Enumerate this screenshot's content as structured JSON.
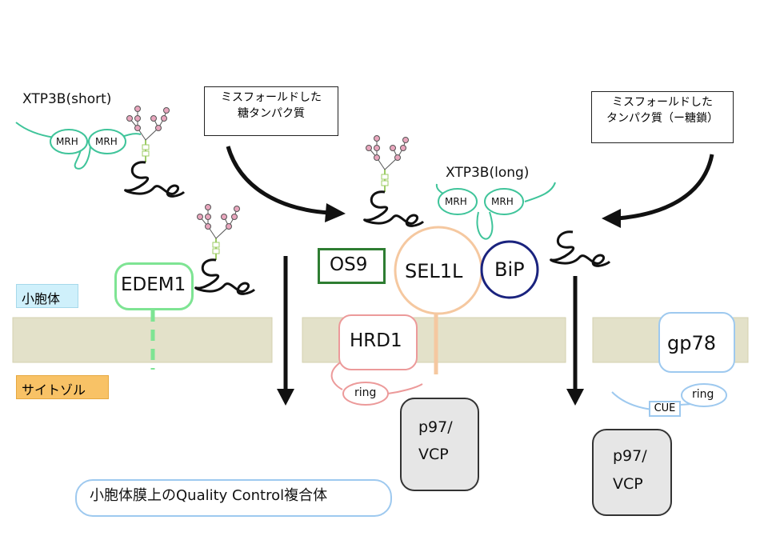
{
  "colors": {
    "membrane": "#e3e1c9",
    "membrane_stroke": "#d4d1b0",
    "edem": "#7ee493",
    "xtp": "#3fc49a",
    "sel1l": "#f5c8a0",
    "bip": "#1a237e",
    "os9": "#2e7d32",
    "hrd1": "#ec9a9a",
    "gp78": "#9ec9ef",
    "p97_fill": "#e6e6e6",
    "lumen_tag": "#cff0fb",
    "cytosol_tag": "#f8c266",
    "qc_border": "#9ec9ef",
    "glycan": "#e8a6bd",
    "glycan_stem": "#9ccc65"
  },
  "labels": {
    "xtp3b_short": "XTP3B(short)",
    "xtp3b_long": "XTP3B(long)",
    "mrh": "MRH",
    "callout_left_1": "ミスフォールドした",
    "callout_left_2": "糖タンパク質",
    "callout_right_1": "ミスフォールドした",
    "callout_right_2": "タンパク質（ー糖鎖）",
    "lumen": "小胞体",
    "cytosol": "サイトゾル",
    "edem1": "EDEM1",
    "os9": "OS9",
    "sel1l": "SEL1L",
    "bip": "BiP",
    "hrd1": "HRD1",
    "ring": "ring",
    "gp78": "gp78",
    "cue": "CUE",
    "p97_line1": "p97/",
    "p97_line2": "VCP",
    "qc_complex": "小胞体膜上のQuality Control複合体"
  }
}
